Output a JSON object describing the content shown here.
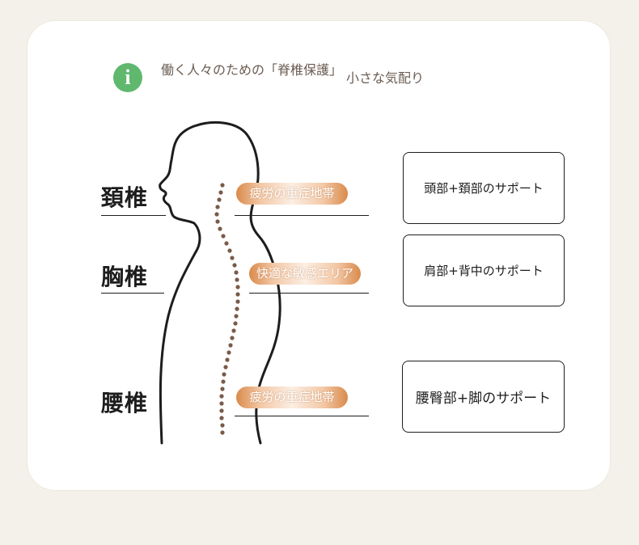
{
  "header": {
    "title": "働く人々のための「脊椎保護」",
    "subtitle": "小さな気配り"
  },
  "regions": [
    {
      "label": "頚椎",
      "tag": "疲労の重症地帯",
      "support": "頭部+頚部のサポート"
    },
    {
      "label": "胸椎",
      "tag": "快適な敏感エリア",
      "support": "肩部+背中のサポート"
    },
    {
      "label": "腰椎",
      "tag": "疲労の重症地帯",
      "support": "腰臀部+脚のサポート"
    }
  ],
  "colors": {
    "background": "#f3f1ea",
    "card": "#ffffff",
    "info_icon": "#5fb86e",
    "header_text": "#6b5c52",
    "spine_dots": "#7a5a48",
    "pill_accent": "#d98a4c",
    "line": "#1d1d1d"
  },
  "icons": {
    "header": "info-icon"
  }
}
